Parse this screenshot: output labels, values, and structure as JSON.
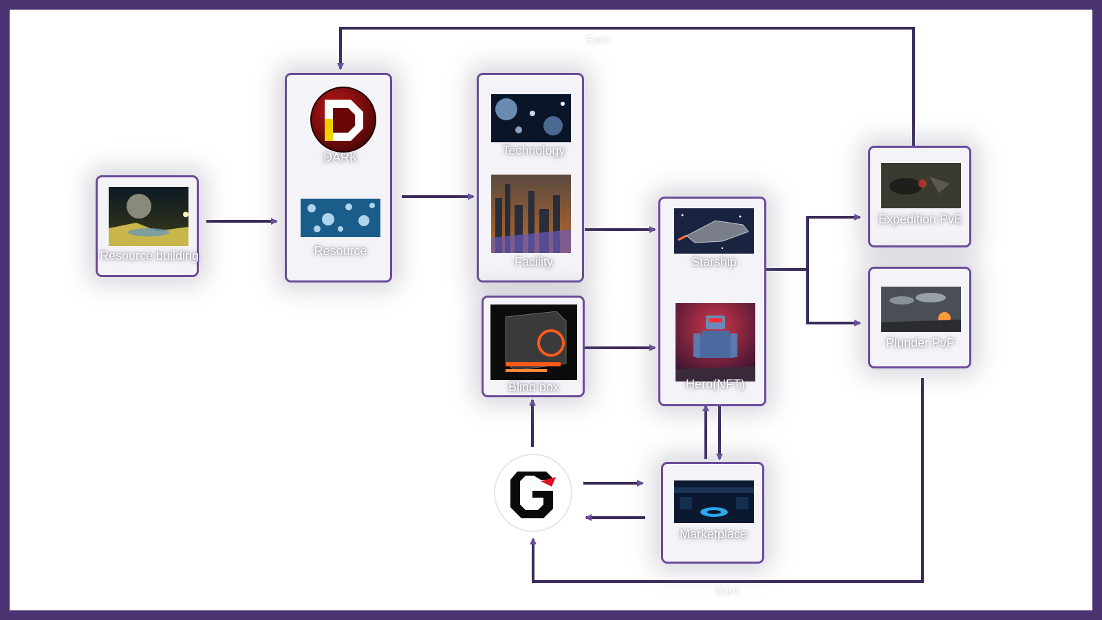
{
  "nodes": {
    "resource_building": {
      "label": "Resource building"
    },
    "dark": {
      "label": "DARK"
    },
    "resource": {
      "label": "Resource"
    },
    "technology": {
      "label": "Technology"
    },
    "facility": {
      "label": "Facility"
    },
    "blind_box": {
      "label": "Blind box"
    },
    "starship": {
      "label": "Starship"
    },
    "hero": {
      "label": "Hero(NFT)"
    },
    "expedition": {
      "label": "Expedition PvE"
    },
    "plunder": {
      "label": "Plunder PvP"
    },
    "marketplace": {
      "label": "Marketplace"
    }
  },
  "edges": {
    "earn_top": "Earn",
    "earn_bottom": "Earn"
  },
  "logos": {
    "dark_icon": "dark-d-logo",
    "g_icon": "g-token-logo"
  },
  "colors": {
    "frame": "#4a3370",
    "node_border": "#6a4a9a",
    "arrow": "#3a2a5a",
    "arrow_accent": "#6a4a9a"
  }
}
